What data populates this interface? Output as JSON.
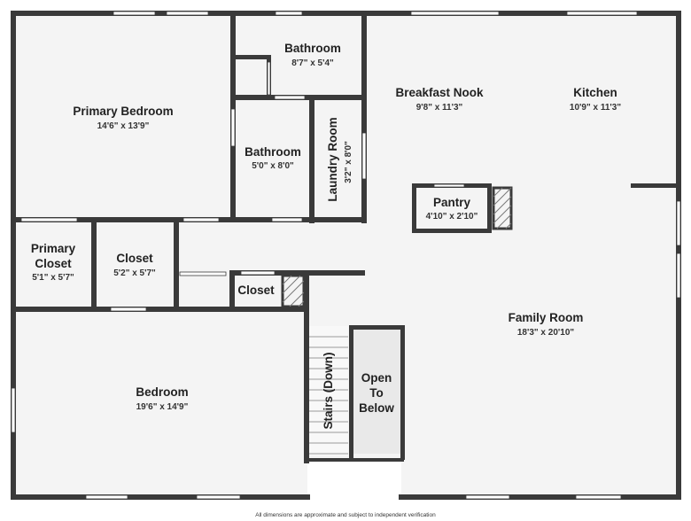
{
  "colors": {
    "wall": "#3a3a3a",
    "floor": "#f4f4f4",
    "open_area": "#e9e9e9",
    "window": "#ffffff",
    "text": "#222222"
  },
  "rooms": {
    "primary_bedroom": {
      "name": "Primary Bedroom",
      "dim": "14'6\" x 13'9\""
    },
    "bathroom_upper": {
      "name": "Bathroom",
      "dim": "8'7\" x 5'4\""
    },
    "bathroom_lower": {
      "name": "Bathroom",
      "dim": "5'0\" x 8'0\""
    },
    "laundry_room": {
      "name": "Laundry Room",
      "dim": "3'2\" x 8'0\""
    },
    "breakfast_nook": {
      "name": "Breakfast Nook",
      "dim": "9'8\" x 11'3\""
    },
    "kitchen": {
      "name": "Kitchen",
      "dim": "10'9\" x 11'3\""
    },
    "pantry": {
      "name": "Pantry",
      "dim": "4'10\" x 2'10\""
    },
    "primary_closet": {
      "name_line1": "Primary",
      "name_line2": "Closet",
      "dim": "5'1\" x 5'7\""
    },
    "closet_mid": {
      "name": "Closet",
      "dim": "5'2\" x 5'7\""
    },
    "closet_small": {
      "name": "Closet"
    },
    "family_room": {
      "name": "Family Room",
      "dim": "18'3\" x 20'10\""
    },
    "bedroom": {
      "name": "Bedroom",
      "dim": "19'6\" x 14'9\""
    },
    "stairs": {
      "name": "Stairs (Down)"
    },
    "open_to_below": {
      "line1": "Open",
      "line2": "To",
      "line3": "Below"
    }
  },
  "footer": {
    "note": "All dimensions are approximate and subject to independent verification"
  }
}
